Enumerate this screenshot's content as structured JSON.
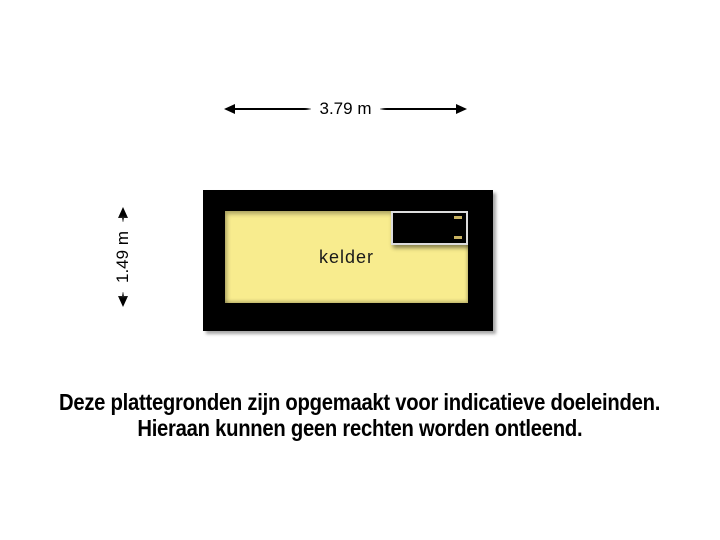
{
  "dimensions": {
    "width_label": "3.79 m",
    "height_label": "1.49 m"
  },
  "room": {
    "label": "kelder"
  },
  "features": {
    "stairwell": "dark-hatch-box",
    "stairwell_marks": 2
  },
  "disclaimer": {
    "line1": "Deze plattegronden zijn opgemaakt voor indicatieve doeleinden.",
    "line2": "Hieraan kunnen geen rechten worden ontleend."
  },
  "colors": {
    "floor": "#f8ec8e",
    "wall": "#000000",
    "background": "#ffffff",
    "box_border": "#dcdcdc",
    "dash": "#c8b262",
    "text": "#1a1a1a",
    "label_bg": "#ffffff"
  }
}
